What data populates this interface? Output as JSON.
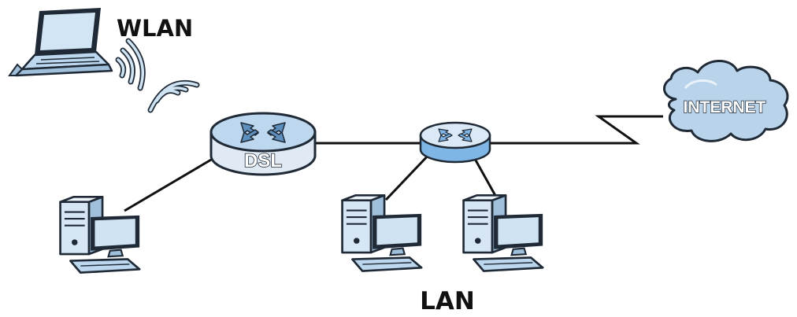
{
  "labels": {
    "wlan": "WLAN",
    "lan": "LAN",
    "dsl": "DSL",
    "internet": "INTERNET"
  },
  "colors": {
    "device_blue": "#bcd7ee",
    "cloud_blue": "#b9d3ea",
    "switch_blue": "#7fb6e6",
    "outline": "#1f2a36"
  },
  "icons": {
    "laptop": "laptop-icon",
    "wifi": "wifi-signal-icon",
    "router": "dsl-router-icon",
    "switch": "network-switch-icon",
    "cloud": "internet-cloud-icon",
    "computer": "desktop-computer-icon"
  }
}
